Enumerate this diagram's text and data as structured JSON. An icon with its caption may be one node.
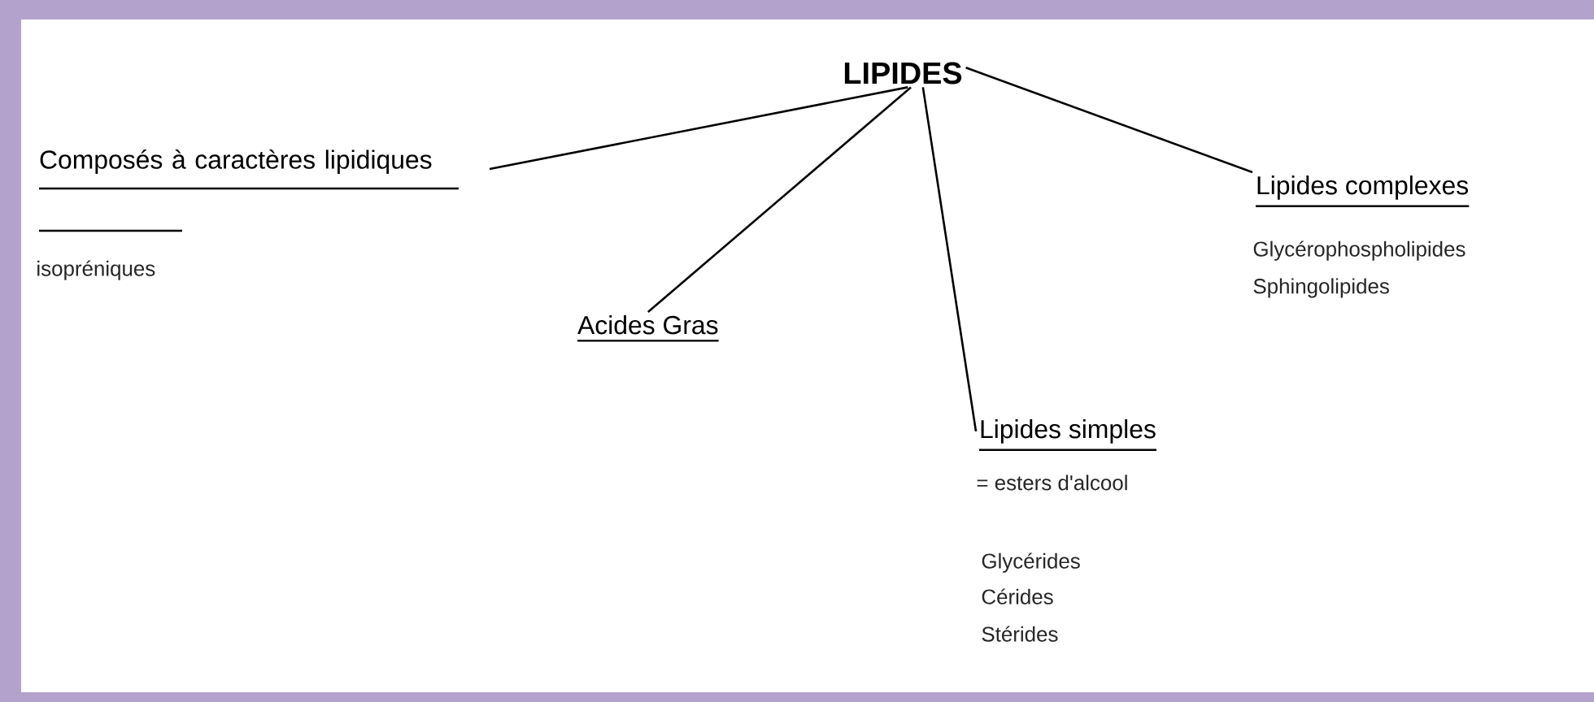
{
  "diagram": {
    "nodes": [
      {
        "text": [
          "LIPIDES"
        ]
      },
      {
        "text": [
          "Composés à caractères lipidiques"
        ],
        "beside": [
          "isopréniques"
        ]
      },
      {
        "text": [
          "Acides Gras"
        ]
      },
      {
        "text": [
          "Lipides simples"
        ],
        "beside": [
          "= esters d'alcool",
          "Glycérides",
          "Cérides",
          "Stérides"
        ]
      },
      {
        "text": [
          "Lipides complexes"
        ],
        "beside": [
          "Glycérophospholipides",
          "Sphingolipides"
        ]
      }
    ],
    "edges": [
      {
        "from": 0,
        "to": 1,
        "arrow": "none"
      },
      {
        "from": 0,
        "to": 2,
        "arrow": "none"
      },
      {
        "from": 0,
        "to": 3,
        "arrow": "none"
      },
      {
        "from": 0,
        "to": 4,
        "arrow": "none"
      }
    ]
  }
}
